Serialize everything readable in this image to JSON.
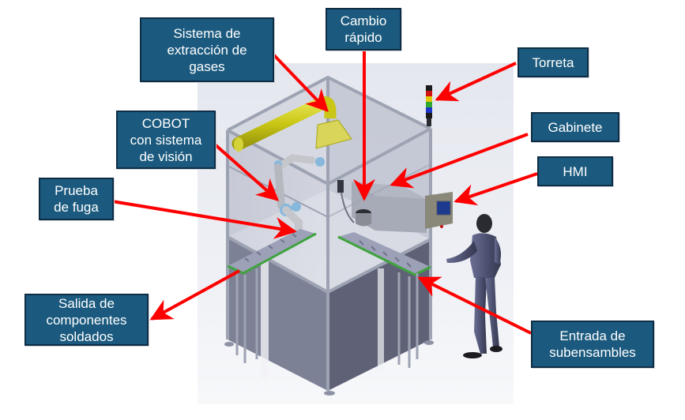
{
  "figure": {
    "subject": "Estación robotizada de soldadura con COBOT",
    "colors": {
      "label_fill": "#1b5a7e",
      "label_border": "#0e2d44",
      "label_text": "#ffffff",
      "arrow": "#ff0000",
      "extraction_duct": "#c9c615",
      "conveyor_edge": "#3fa33f",
      "frame": "#9ea3b3",
      "panel": "#7d8196",
      "operator": "#4f5373"
    },
    "tower_light_colors": [
      "#1a1a1a",
      "#d11212",
      "#e0c90c",
      "#2fa82f",
      "#1b36c9",
      "#1a1a1a"
    ],
    "labels": [
      {
        "id": "extraction",
        "lines": [
          "Sistema de",
          "extracción de",
          "gases"
        ]
      },
      {
        "id": "quick-change",
        "lines": [
          "Cambio",
          "rápido"
        ]
      },
      {
        "id": "tower",
        "lines": [
          "Torreta"
        ]
      },
      {
        "id": "cobot",
        "lines": [
          "COBOT",
          "con sistema",
          "de visión"
        ]
      },
      {
        "id": "cabinet",
        "lines": [
          "Gabinete"
        ]
      },
      {
        "id": "hmi",
        "lines": [
          "HMI"
        ]
      },
      {
        "id": "leak-test",
        "lines": [
          "Prueba",
          "de fuga"
        ]
      },
      {
        "id": "output",
        "lines": [
          "Salida de",
          "componentes",
          "soldados"
        ]
      },
      {
        "id": "input",
        "lines": [
          "Entrada de",
          "subensambles"
        ]
      }
    ]
  }
}
